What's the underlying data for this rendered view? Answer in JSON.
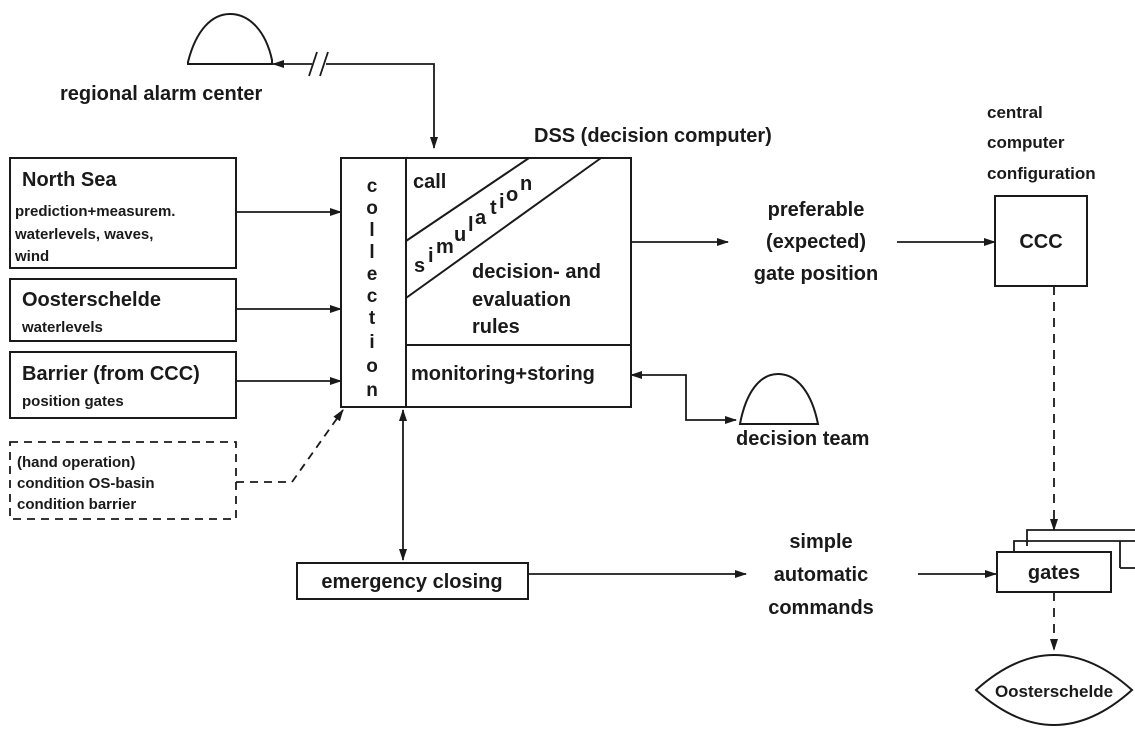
{
  "regional_alarm_center": {
    "label": "regional alarm center"
  },
  "dss": {
    "title": "DSS (decision computer)",
    "collection_letters": [
      "c",
      "o",
      "l",
      "l",
      "e",
      "c",
      "t",
      "i",
      "o",
      "n"
    ],
    "call": "call",
    "simulation_letters": [
      "s",
      "i",
      "m",
      "u",
      "l",
      "a",
      "t",
      "i",
      "o",
      "n"
    ],
    "rules_lines": [
      "decision- and",
      "evaluation",
      "rules"
    ],
    "monitoring": "monitoring+storing"
  },
  "inputs": {
    "north_sea": {
      "title": "North Sea",
      "lines": [
        "prediction+measurem.",
        "waterlevels, waves,",
        "wind"
      ]
    },
    "oosterschelde": {
      "title": "Oosterschelde",
      "lines": [
        "waterlevels"
      ]
    },
    "barrier": {
      "title": "Barrier (from CCC)",
      "lines": [
        "position gates"
      ]
    },
    "hand_operation": {
      "lines": [
        "(hand operation)",
        "condition OS-basin",
        "condition barrier"
      ]
    }
  },
  "preferable": {
    "lines": [
      "preferable",
      "(expected)",
      "gate position"
    ]
  },
  "ccc": {
    "heading_lines": [
      "central",
      "computer",
      "configuration"
    ],
    "label": "CCC"
  },
  "decision_team": {
    "label": "decision team"
  },
  "emergency": {
    "label": "emergency closing"
  },
  "simple_commands": {
    "lines": [
      "simple",
      "automatic",
      "commands"
    ]
  },
  "gates": {
    "label": "gates"
  },
  "oosterschelde_output": {
    "label": "Oosterschelde"
  }
}
